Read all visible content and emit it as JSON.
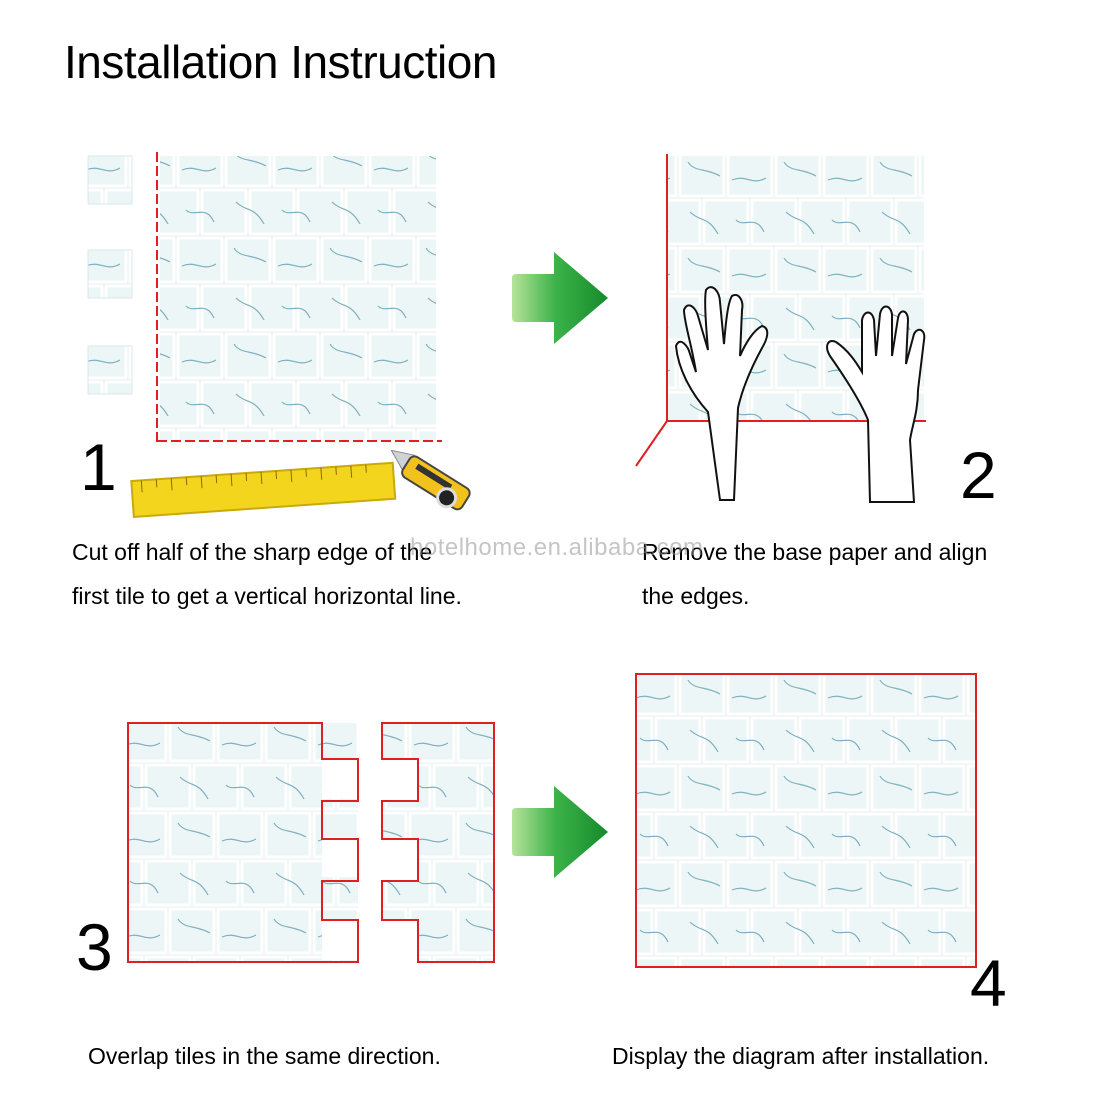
{
  "header": {
    "title": "Installation Instruction"
  },
  "watermark": "hotelhome.en.alibaba.com",
  "steps": [
    {
      "number": "1",
      "caption_line1": "Cut off half of the sharp edge of the",
      "caption_line2": "first tile to get a vertical horizontal line."
    },
    {
      "number": "2",
      "caption_line1": "Remove the base paper and align",
      "caption_line2": "the edges."
    },
    {
      "number": "3",
      "caption_line1": "Overlap tiles in the same direction."
    },
    {
      "number": "4",
      "caption_line1": "Display the diagram after installation."
    }
  ],
  "colors": {
    "tile": "#e8f3f3",
    "grout": "#ffffff",
    "vein": "#6aa4b4",
    "guide": "#e02020",
    "arrow": "#2aa43a",
    "ruler": "#f2d51c"
  }
}
